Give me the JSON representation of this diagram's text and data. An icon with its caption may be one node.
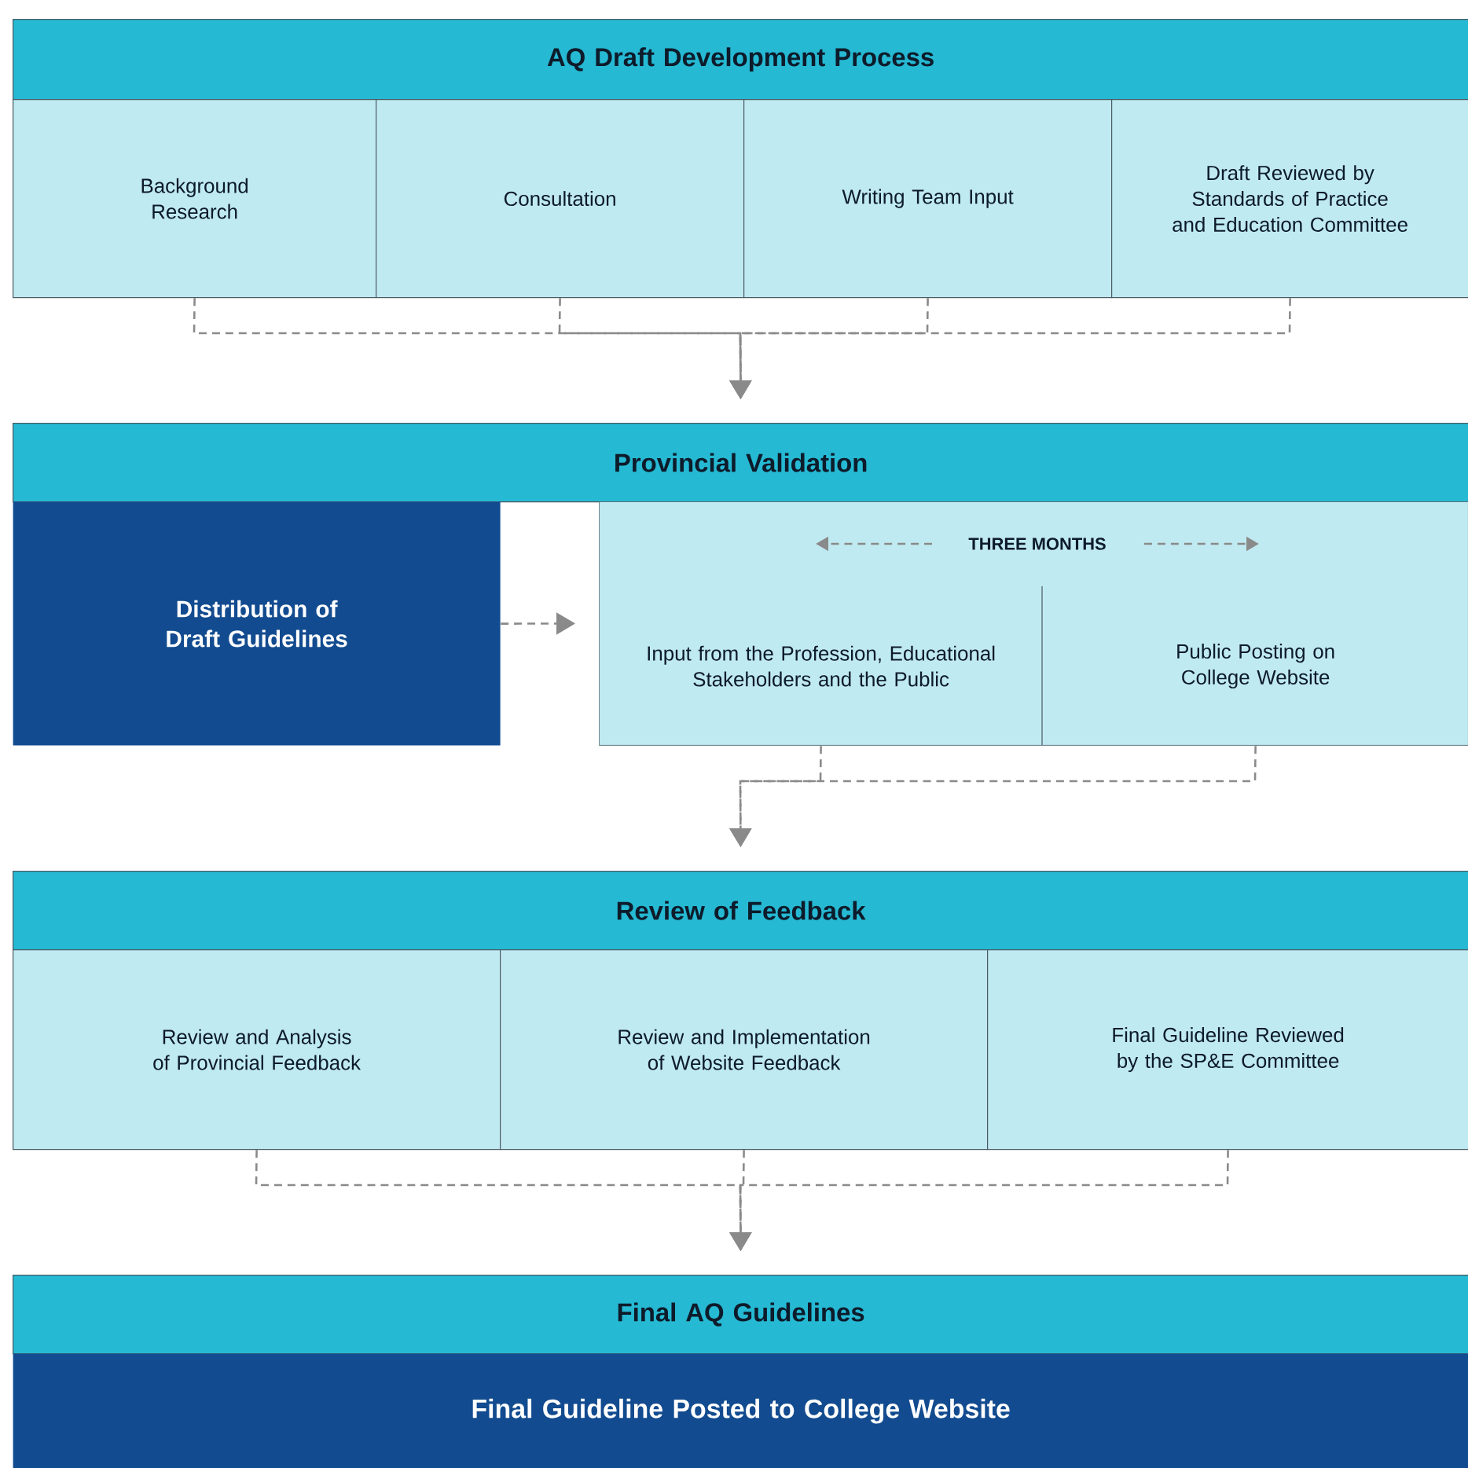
{
  "diagram": {
    "nodes": [
      {
        "text": [
          "AQ Draft Development Process"
        ]
      },
      {
        "text": [
          "Background Research"
        ]
      },
      {
        "text": [
          "Consultation"
        ]
      },
      {
        "text": [
          "Writing Team Input"
        ]
      },
      {
        "text": [
          "Draft Reviewed by Standards of Practice and Education Committee"
        ]
      },
      {
        "text": [
          "Provincial Validation"
        ]
      },
      {
        "text": [
          "Distribution of Draft Guidelines"
        ]
      },
      {
        "text": [
          "THREE MONTHS"
        ]
      },
      {
        "text": [
          "Input from the Profession, Educational Stakeholders and the Public"
        ],
        "in": 7
      },
      {
        "text": [
          "Public Posting on College Website"
        ],
        "in": 7
      },
      {
        "text": [
          "Review of Feedback"
        ]
      },
      {
        "text": [
          "Review and Analysis of Provincial Feedback"
        ]
      },
      {
        "text": [
          "Review and Implementation of Website Feedback"
        ]
      },
      {
        "text": [
          "Final Guideline Reviewed by the SP&E Committee"
        ]
      },
      {
        "text": [
          "Final AQ Guidelines"
        ]
      },
      {
        "text": [
          "Final Guideline Posted to College Website"
        ]
      }
    ],
    "edges": [
      {
        "from": 1,
        "to": 5,
        "arrow": "to",
        "style": "dashed"
      },
      {
        "from": 2,
        "to": 5,
        "arrow": "to",
        "style": "dashed"
      },
      {
        "from": 3,
        "to": 5,
        "arrow": "to",
        "style": "dashed"
      },
      {
        "from": 4,
        "to": 5,
        "arrow": "to",
        "style": "dashed"
      },
      {
        "from": 6,
        "to": 7,
        "arrow": "to",
        "style": "dashed"
      },
      {
        "from": 8,
        "to": 10,
        "arrow": "to",
        "style": "dashed"
      },
      {
        "from": 9,
        "to": 10,
        "arrow": "to",
        "style": "dashed"
      },
      {
        "from": 11,
        "to": 14,
        "arrow": "to",
        "style": "dashed"
      },
      {
        "from": 12,
        "to": 14,
        "arrow": "to",
        "style": "dashed"
      },
      {
        "from": 13,
        "to": 14,
        "arrow": "to",
        "style": "dashed"
      }
    ]
  }
}
